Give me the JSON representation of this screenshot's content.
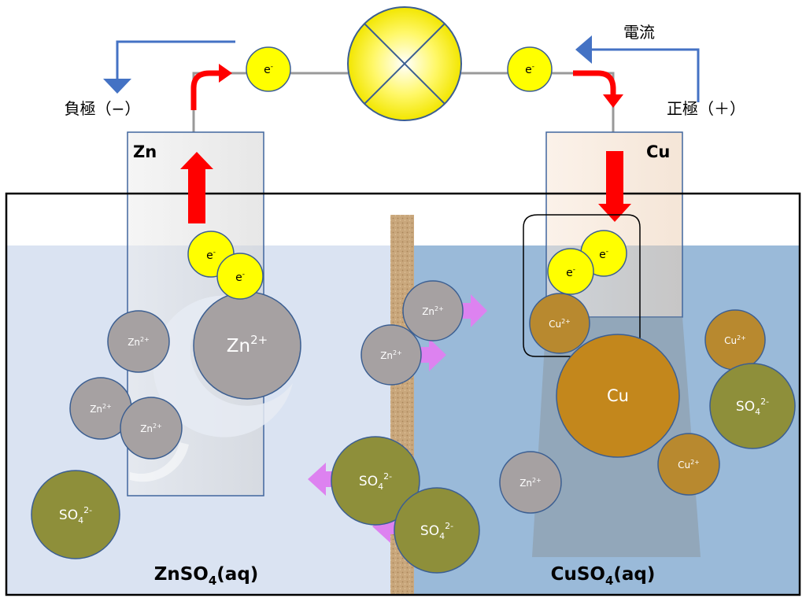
{
  "labels": {
    "current": "電流",
    "negative_electrode": "負極（−）",
    "positive_electrode": "正極（＋）",
    "zn_electrode": "Zn",
    "cu_electrode": "Cu",
    "left_solution_main": "ZnSO",
    "left_solution_sub": "4",
    "left_solution_tail": "(aq)",
    "right_solution_main": "CuSO",
    "right_solution_sub": "4",
    "right_solution_tail": "(aq)"
  },
  "electron": {
    "main": "e",
    "sup": "-"
  },
  "ions": {
    "zn_large": {
      "main": "Zn",
      "sup": "2+"
    },
    "zn": {
      "main": "Zn",
      "sup": "2+"
    },
    "cu_ion": {
      "main": "Cu",
      "sup": "2+"
    },
    "cu_atom": {
      "main": "Cu"
    },
    "so4": {
      "main": "SO",
      "sub": "4",
      "sup": "2-"
    }
  },
  "colors": {
    "zinc_solution": "#dae3f2",
    "copper_solution": "#9abad9",
    "zn_ion": "#a6a1a2",
    "cu_ion": "#b8892f",
    "cu_atom": "#c3871c",
    "so4_ion": "#8e8f3a",
    "electron": "#ffff00",
    "arrow_red": "#ff0000",
    "arrow_blue": "#4472c4",
    "arrow_violet": "#dd82f0",
    "membrane": "#c8a77a"
  }
}
